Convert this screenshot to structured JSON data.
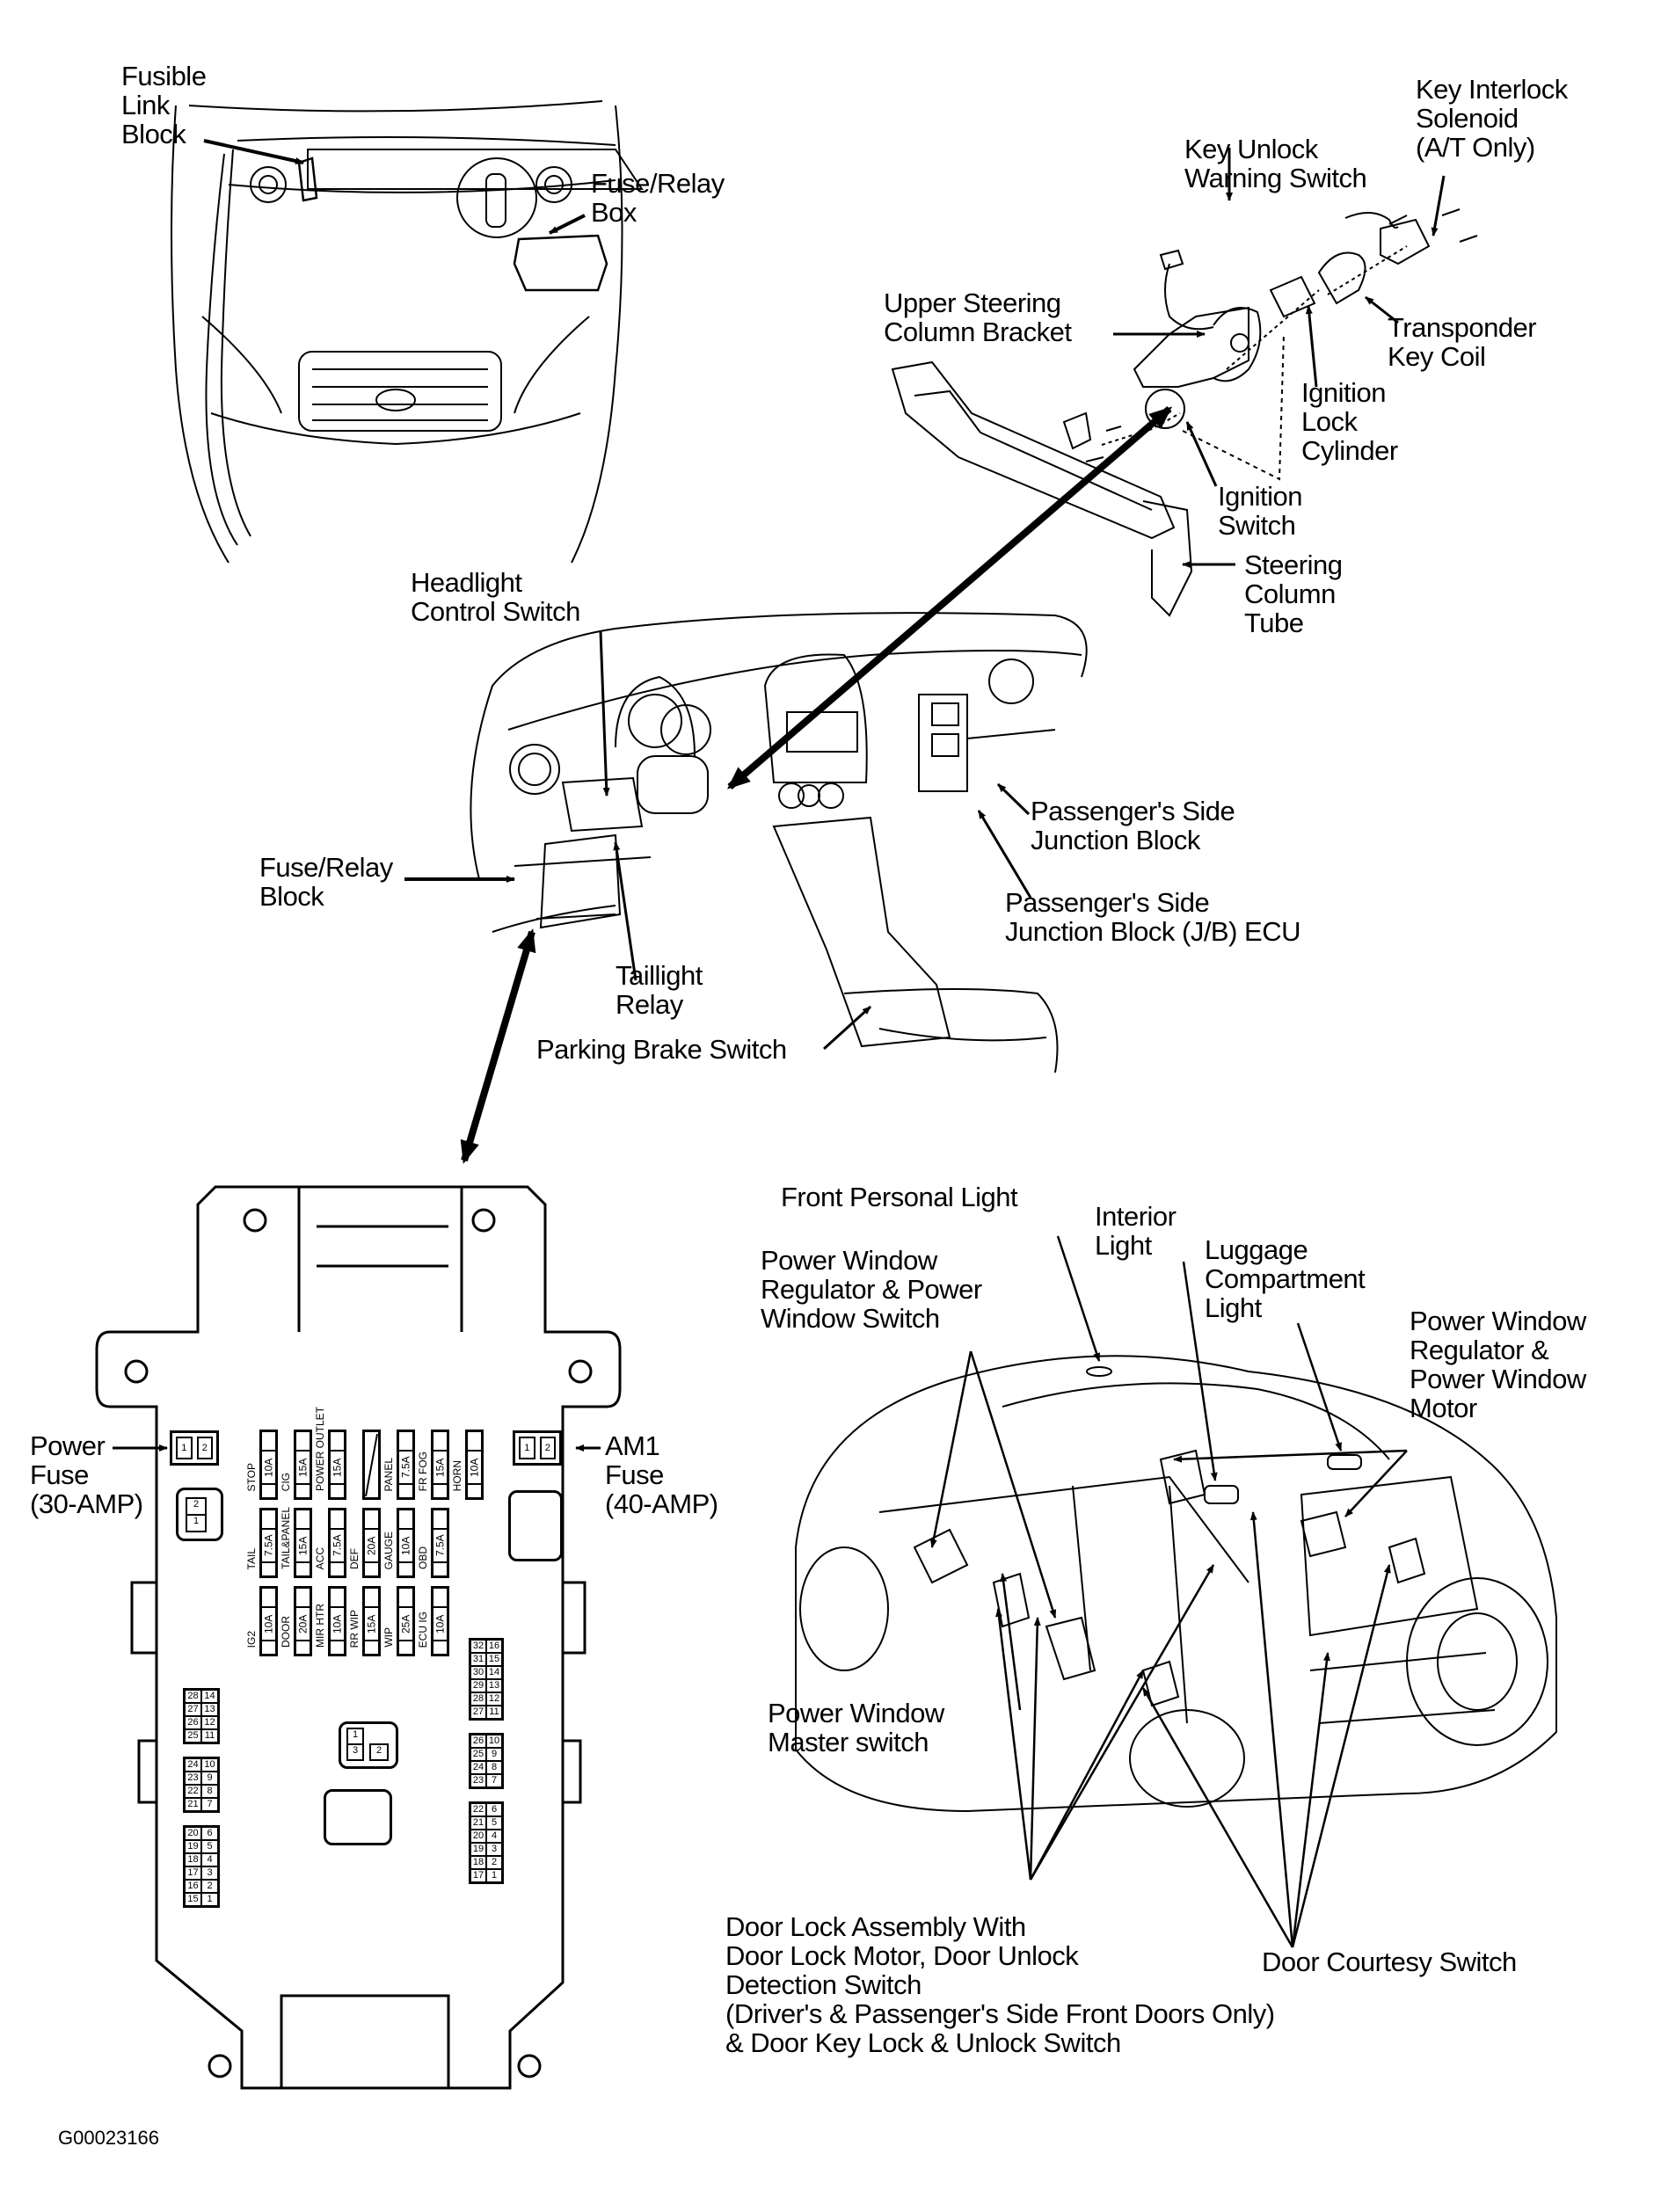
{
  "diagram": {
    "caption": "G00023166",
    "colors": {
      "ink": "#000000",
      "paper": "#ffffff"
    },
    "engine_bay_labels": {
      "fusible_link_block": "Fusible\nLink\nBlock",
      "fuse_relay_box": "Fuse/Relay\nBox"
    },
    "steering_column_labels": {
      "key_interlock_solenoid": "Key Interlock\nSolenoid\n(A/T Only)",
      "key_unlock_warning_switch": "Key Unlock\nWarning Switch",
      "upper_steering_column_bracket": "Upper Steering\nColumn Bracket",
      "transponder_key_coil": "Transponder\nKey Coil",
      "ignition_lock_cylinder": "Ignition\nLock\nCylinder",
      "ignition_switch": "Ignition\nSwitch",
      "steering_column_tube": "Steering\nColumn\nTube"
    },
    "dashboard_labels": {
      "headlight_control_switch": "Headlight\nControl Switch",
      "fuse_relay_block": "Fuse/Relay\nBlock",
      "taillight_relay": "Taillight\nRelay",
      "parking_brake_switch": "Parking Brake Switch",
      "passenger_side_junction_block": "Passenger's Side\nJunction Block",
      "passenger_side_jb_ecu": "Passenger's Side\nJunction Block (J/B) ECU"
    },
    "fuse_block": {
      "power_fuse": "Power\nFuse\n(30-AMP)",
      "am1_fuse": "AM1\nFuse\n(40-AMP)",
      "relay_pins": [
        "1",
        "2"
      ],
      "small_relay_pins": [
        "2",
        "1"
      ],
      "center_relay_pins": [
        "1",
        "3",
        "2"
      ],
      "fuse_rows": [
        [
          {
            "name": "STOP",
            "rating": "10A"
          },
          {
            "name": "CIG",
            "rating": "15A"
          },
          {
            "name": "POWER OUTLET",
            "rating": "15A"
          },
          {
            "name": "",
            "rating": ""
          },
          {
            "name": "PANEL",
            "rating": "7.5A"
          },
          {
            "name": "FR FOG",
            "rating": "15A"
          },
          {
            "name": "HORN",
            "rating": "10A"
          }
        ],
        [
          {
            "name": "TAIL",
            "rating": "7.5A"
          },
          {
            "name": "TAIL&PANEL",
            "rating": "15A"
          },
          {
            "name": "ACC",
            "rating": "7.5A"
          },
          {
            "name": "DEF",
            "rating": "20A"
          },
          {
            "name": "GAUGE",
            "rating": "10A"
          },
          {
            "name": "OBD",
            "rating": "7.5A"
          }
        ],
        [
          {
            "name": "IG2",
            "rating": "10A"
          },
          {
            "name": "DOOR",
            "rating": "20A"
          },
          {
            "name": "MIR HTR",
            "rating": "10A"
          },
          {
            "name": "RR WIP",
            "rating": "15A"
          },
          {
            "name": "WIP",
            "rating": "25A"
          },
          {
            "name": "ECU IG",
            "rating": "10A"
          }
        ]
      ],
      "left_connector_groups": [
        [
          [
            "28",
            "14"
          ],
          [
            "27",
            "13"
          ],
          [
            "26",
            "12"
          ],
          [
            "25",
            "11"
          ]
        ],
        [
          [
            "24",
            "10"
          ],
          [
            "23",
            "9"
          ],
          [
            "22",
            "8"
          ],
          [
            "21",
            "7"
          ]
        ],
        [
          [
            "20",
            "6"
          ],
          [
            "19",
            "5"
          ],
          [
            "18",
            "4"
          ],
          [
            "17",
            "3"
          ],
          [
            "16",
            "2"
          ],
          [
            "15",
            "1"
          ]
        ]
      ],
      "right_connector_groups": [
        [
          [
            "32",
            "16"
          ],
          [
            "31",
            "15"
          ],
          [
            "30",
            "14"
          ],
          [
            "29",
            "13"
          ],
          [
            "28",
            "12"
          ],
          [
            "27",
            "11"
          ]
        ],
        [
          [
            "26",
            "10"
          ],
          [
            "25",
            "9"
          ],
          [
            "24",
            "8"
          ],
          [
            "23",
            "7"
          ]
        ],
        [
          [
            "22",
            "6"
          ],
          [
            "21",
            "5"
          ],
          [
            "20",
            "4"
          ],
          [
            "19",
            "3"
          ],
          [
            "18",
            "2"
          ],
          [
            "17",
            "1"
          ]
        ]
      ]
    },
    "vehicle_labels": {
      "front_personal_light": "Front Personal Light",
      "interior_light": "Interior\nLight",
      "luggage_compartment_light": "Luggage\nCompartment\nLight",
      "power_window_regulator_switch": "Power Window\nRegulator & Power\nWindow Switch",
      "power_window_regulator_motor": "Power Window\nRegulator &\nPower Window\nMotor",
      "power_window_master_switch": "Power Window\nMaster switch",
      "door_lock_assembly": "Door Lock Assembly With\nDoor Lock Motor, Door Unlock\nDetection Switch\n(Driver's & Passenger's Side Front Doors Only)\n& Door Key Lock & Unlock Switch",
      "door_courtesy_switch": "Door Courtesy Switch"
    }
  }
}
